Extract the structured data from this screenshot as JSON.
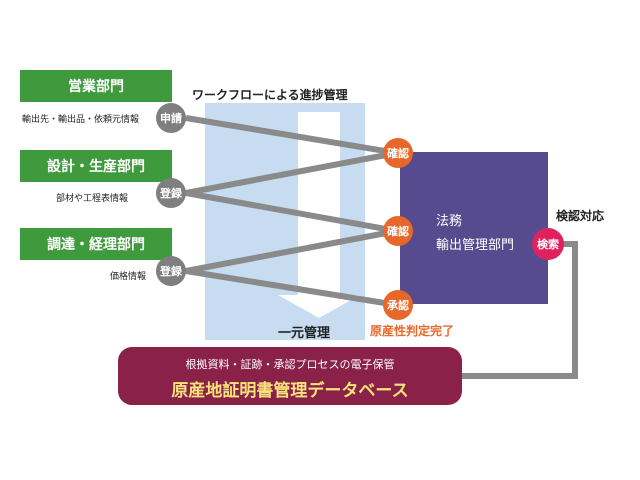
{
  "workflow_label": "ワークフローによる進捗管理",
  "unified_label": "一元管理",
  "departments": [
    {
      "name": "営業部門",
      "info": "輸出先・輸出品・依頼元情報",
      "action": "申請"
    },
    {
      "name": "設計・生産部門",
      "info": "部材や工程表情報",
      "action": "登録"
    },
    {
      "name": "調達・経理部門",
      "info": "価格情報",
      "action": "登録"
    }
  ],
  "confirm_nodes": [
    "確認",
    "確認"
  ],
  "approve_node": "承認",
  "approve_caption": "原産性判定完了",
  "legal": {
    "line1": "法務",
    "line2": "輸出管理部門"
  },
  "inspection": {
    "label": "検認対応",
    "node": "検索"
  },
  "database": {
    "subtitle": "根拠資料・証跡・承認プロセスの電子保管",
    "title": "原産地証明書管理データベース"
  },
  "colors": {
    "dept_green": "#3e9a3c",
    "legal_purple": "#574b90",
    "db_maroon": "#8a2148",
    "orange": "#e8672a",
    "pink": "#e0215e",
    "gray": "#7f7f7f",
    "band_blue": "#c7dcf0"
  }
}
